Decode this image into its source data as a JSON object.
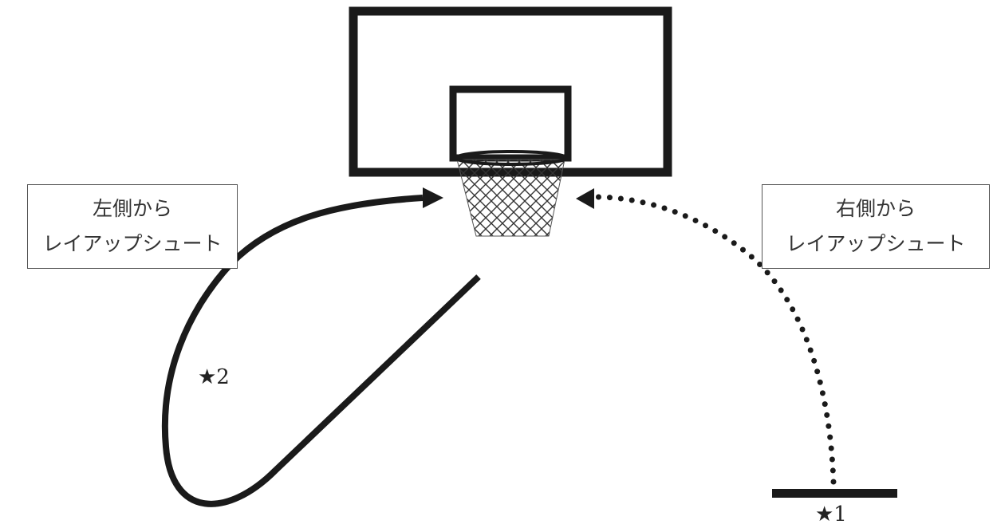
{
  "left_label": {
    "line1": "左側から",
    "line2": "レイアップシュート"
  },
  "right_label": {
    "line1": "右側から",
    "line2": "レイアップシュート"
  },
  "markers": {
    "star1": "★1",
    "star2": "★2"
  },
  "colors": {
    "ink": "#1a1a1a",
    "background": "#ffffff",
    "box_border": "#555555"
  },
  "icons": [
    "backboard-icon",
    "hoop-net-icon",
    "arrow-icon",
    "dotted-arrow-icon"
  ]
}
